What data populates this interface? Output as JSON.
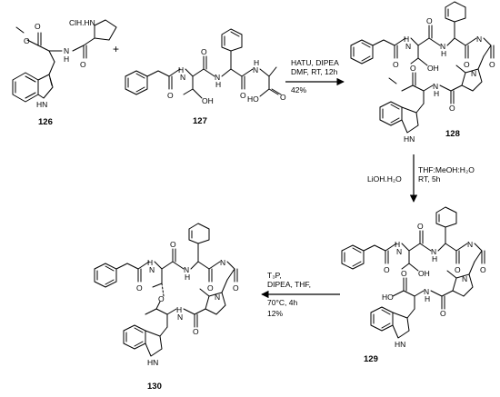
{
  "compounds": {
    "c126": {
      "id": "126",
      "salt": "ClH.HN",
      "atoms": [
        "O",
        "O",
        "N",
        "H",
        "O",
        "HN"
      ]
    },
    "c127": {
      "id": "127",
      "atoms": [
        "H",
        "N",
        "O",
        "O",
        "N",
        "H",
        "O",
        "N",
        "H",
        "O",
        "OH",
        "HO"
      ]
    },
    "c128": {
      "id": "128",
      "atoms": [
        "H",
        "N",
        "O",
        "O",
        "N",
        "H",
        "N",
        "O",
        "O",
        "OH",
        "N",
        "O",
        "O",
        "N",
        "H",
        "HN"
      ]
    },
    "c129": {
      "id": "129",
      "atoms": [
        "H",
        "N",
        "O",
        "O",
        "N",
        "H",
        "N",
        "O",
        "O",
        "OH",
        "N",
        "O",
        "HO",
        "O",
        "N",
        "H",
        "HN"
      ]
    },
    "c130": {
      "id": "130",
      "atoms": [
        "H",
        "N",
        "O",
        "O",
        "N",
        "H",
        "N",
        "O",
        "O",
        "N",
        "H",
        "O",
        "N",
        "O",
        "HN"
      ]
    }
  },
  "plus": "+",
  "reactions": {
    "step1": {
      "reagents": "HATU, DIPEA",
      "solvent": "DMF, RT, 12h",
      "yield": "42%"
    },
    "step2": {
      "left": "LiOH.H₂O",
      "right1": "THF:MeOH:H₂O",
      "right2": "RT, 5h"
    },
    "step3": {
      "line1": "T₃P,",
      "line2": "DIPEA, THF,",
      "line3": "70°C, 4h",
      "line4": "12%"
    }
  }
}
